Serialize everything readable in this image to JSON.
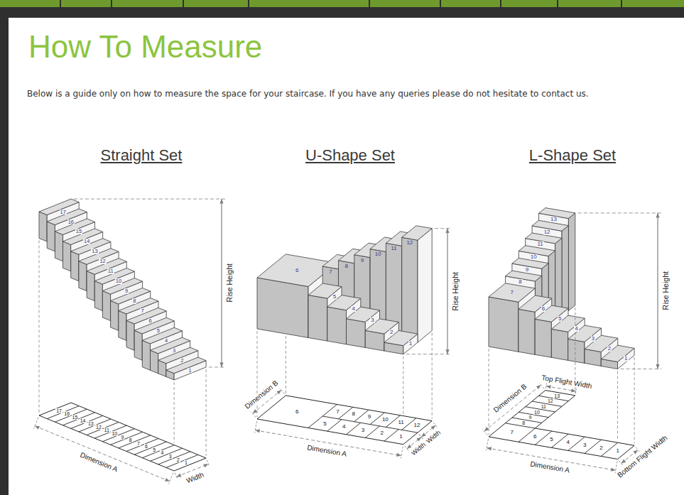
{
  "diagram": {
    "title": "How To Measure",
    "labels": [
      "Below is a guide only on how to measure the space for your staircase. If you have any queries please do not hesitate to contact us.",
      "Straight Set",
      "U-Shape Set",
      "L-Shape Set",
      "1",
      "2",
      "3",
      "4",
      "5",
      "6",
      "7",
      "8",
      "9",
      "10",
      "11",
      "12",
      "13",
      "14",
      "15",
      "16",
      "17",
      "1",
      "2",
      "3",
      "4",
      "5",
      "6",
      "7",
      "8",
      "9",
      "10",
      "11",
      "12",
      "13",
      "14",
      "15",
      "16",
      "17",
      "Rise Height",
      "Dimension A",
      "Width",
      "1",
      "2",
      "3",
      "4",
      "5",
      "6",
      "7",
      "8",
      "9",
      "10",
      "11",
      "12",
      "1",
      "2",
      "3",
      "4",
      "5",
      "6",
      "7",
      "8",
      "9",
      "10",
      "11",
      "12",
      "Rise Height",
      "Dimension B",
      "Dimension A",
      "Width",
      "Width",
      "1",
      "2",
      "3",
      "4",
      "5",
      "6",
      "7",
      "8",
      "9",
      "10",
      "11",
      "12",
      "13",
      "1",
      "2",
      "3",
      "4",
      "5",
      "6",
      "7",
      "8",
      "9",
      "10",
      "11",
      "12",
      "13",
      "Rise Height",
      "Top Flight Width",
      "Dimension B",
      "Dimension A",
      "Bottom Flight Width"
    ]
  }
}
